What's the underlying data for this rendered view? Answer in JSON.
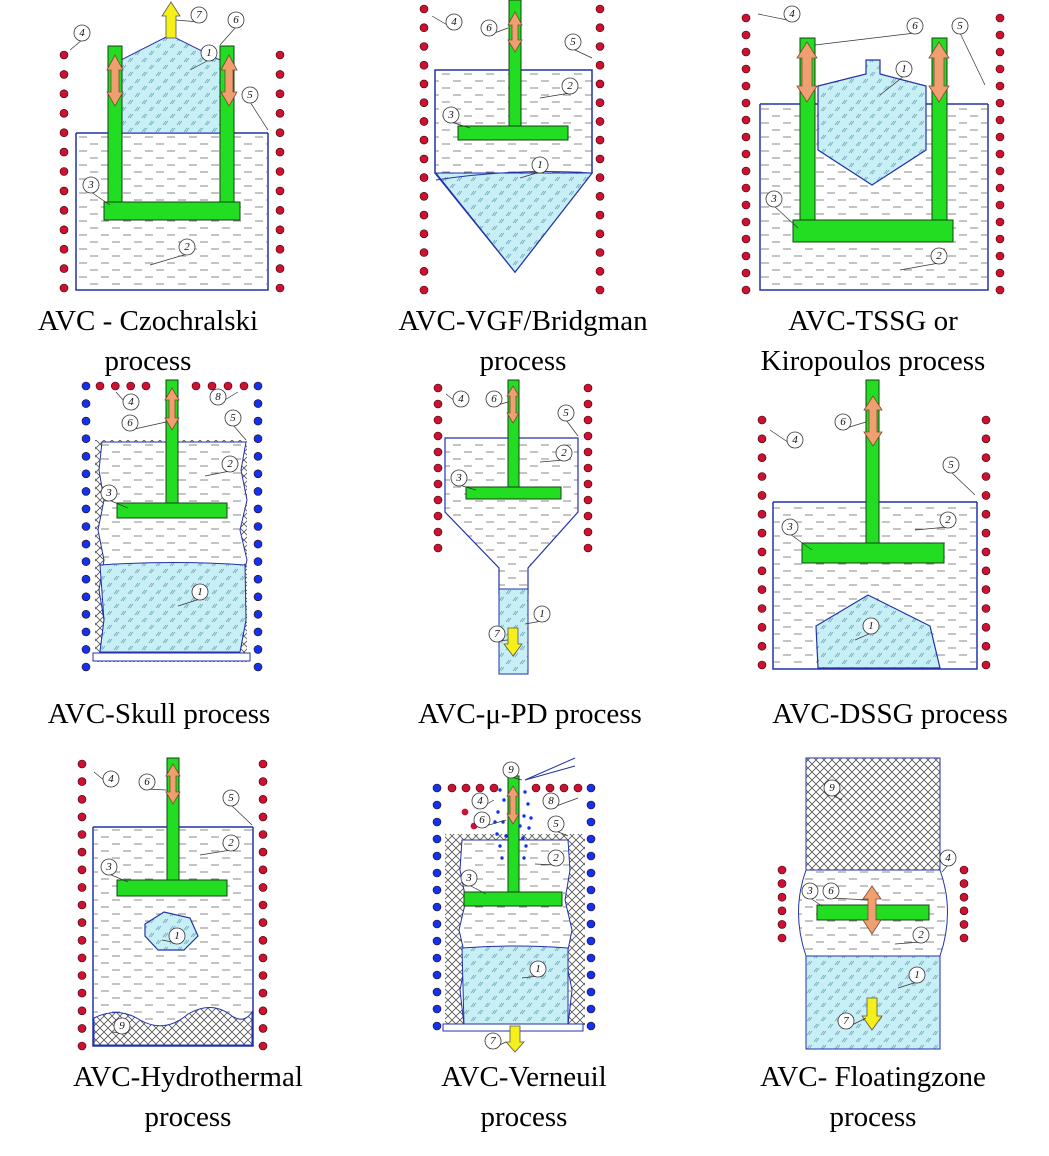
{
  "colors": {
    "melt_line": "#8a8a8a",
    "wall": "#2233aa",
    "crystal_fill": "#c8eef6",
    "holder": "#22dd22",
    "arrow_pull": "#f0a070",
    "arrow_out": "#f5ef1a",
    "heater_red": "#cc1133",
    "heater_blue": "#1133ee",
    "skull_hatch": "#666666"
  },
  "legend_numbers": [
    "1",
    "2",
    "3",
    "4",
    "5",
    "6",
    "7",
    "8",
    "9"
  ],
  "panels": [
    {
      "id": "czochralski",
      "caption_lines": [
        "AVC - Czochralski",
        "process"
      ]
    },
    {
      "id": "vgf-bridgman",
      "caption_lines": [
        "AVC-VGF/Bridgman",
        "process"
      ]
    },
    {
      "id": "tssg",
      "caption_lines": [
        "AVC-TSSG or",
        "Kiropoulos process"
      ]
    },
    {
      "id": "skull",
      "caption_lines": [
        "AVC-Skull process"
      ]
    },
    {
      "id": "mu-pd",
      "caption_lines": [
        "AVC-μ-PD process"
      ]
    },
    {
      "id": "dssg",
      "caption_lines": [
        "AVC-DSSG process"
      ]
    },
    {
      "id": "hydrothermal",
      "caption_lines": [
        "AVC-Hydrothermal",
        "process"
      ]
    },
    {
      "id": "verneuil",
      "caption_lines": [
        "AVC-Verneuil",
        "process"
      ]
    },
    {
      "id": "floatingzone",
      "caption_lines": [
        "AVC- Floatingzone",
        "process"
      ]
    }
  ]
}
